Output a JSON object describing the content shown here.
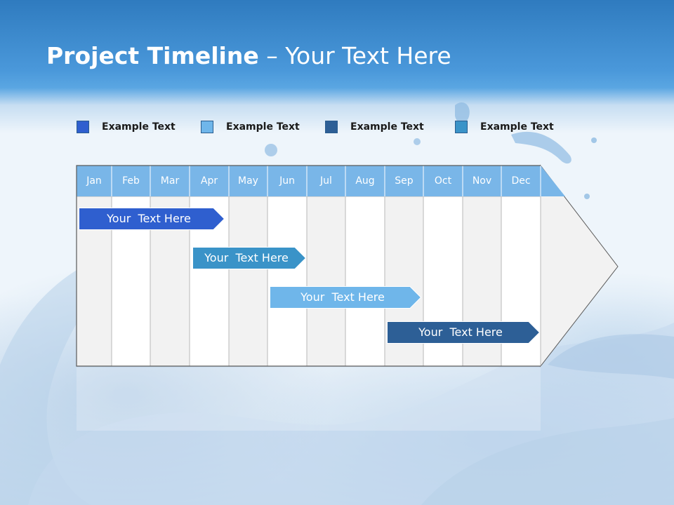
{
  "title": {
    "bold": "Project Timeline",
    "rest": " – Your Text Here"
  },
  "legend": [
    {
      "label": "Example Text",
      "color": "#2f5fcf"
    },
    {
      "label": "Example Text",
      "color": "#6fb6ea"
    },
    {
      "label": "Example Text",
      "color": "#2d5f96"
    },
    {
      "label": "Example Text",
      "color": "#3a93c8"
    }
  ],
  "months": [
    "Jan",
    "Feb",
    "Mar",
    "Apr",
    "May",
    "Jun",
    "Jul",
    "Aug",
    "Sep",
    "Oct",
    "Nov",
    "Dec"
  ],
  "tasks": [
    {
      "label": "Your  Text Here",
      "color": "#2f5fcf"
    },
    {
      "label": "Your  Text Here",
      "color": "#3a93c8"
    },
    {
      "label": "Your  Text Here",
      "color": "#6fb6ea"
    },
    {
      "label": "Your  Text Here",
      "color": "#2d5f96"
    }
  ],
  "colors": {
    "header": "#79b6e8",
    "column_light": "#f2f2f2",
    "column_white": "#ffffff",
    "grid": "#b8b8b8"
  }
}
